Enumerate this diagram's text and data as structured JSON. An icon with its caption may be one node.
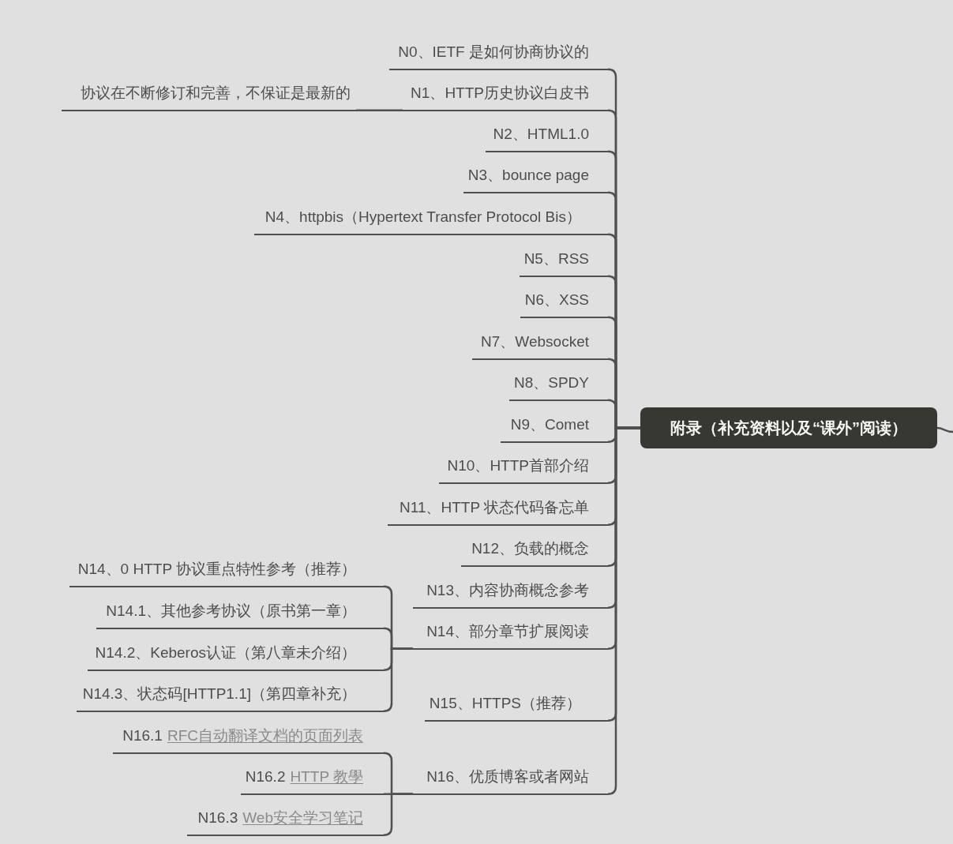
{
  "diagram": {
    "nodes": [
      {
        "text": [
          "附录（补充资料以及“课外”阅读）"
        ]
      },
      {
        "text": [
          "N0、IETF 是如何协商协议的"
        ]
      },
      {
        "text": [
          "N1、HTTP历史协议白皮书"
        ]
      },
      {
        "text": [
          "协议在不断修订和完善，不保证是最新的"
        ]
      },
      {
        "text": [
          "N2、HTML1.0"
        ]
      },
      {
        "text": [
          "N3、bounce page"
        ]
      },
      {
        "text": [
          "N4、httpbis（Hypertext Transfer Protocol Bis）"
        ]
      },
      {
        "text": [
          "N5、RSS"
        ]
      },
      {
        "text": [
          "N6、XSS"
        ]
      },
      {
        "text": [
          "N7、Websocket"
        ]
      },
      {
        "text": [
          "N8、SPDY"
        ]
      },
      {
        "text": [
          "N9、Comet"
        ]
      },
      {
        "text": [
          "N10、HTTP首部介绍"
        ]
      },
      {
        "text": [
          "N11、HTTP 状态代码备忘单"
        ]
      },
      {
        "text": [
          "N12、负载的概念"
        ]
      },
      {
        "text": [
          "N13、内容协商概念参考"
        ]
      },
      {
        "text": [
          "N14、部分章节扩展阅读"
        ]
      },
      {
        "text": [
          "N14、0 HTTP 协议重点特性参考（推荐）"
        ]
      },
      {
        "text": [
          "N14.1、其他参考协议（原书第一章）"
        ]
      },
      {
        "text": [
          "N14.2、Keberos认证（第八章未介绍）"
        ]
      },
      {
        "text": [
          "N14.3、状态码[HTTP1.1]（第四章补充）"
        ]
      },
      {
        "text": [
          "N15、HTTPS（推荐）"
        ]
      },
      {
        "text": [
          "N16、优质博客或者网站"
        ]
      },
      {
        "text": [
          "N16.1",
          "RFC自动翻译文档的页面列表"
        ]
      },
      {
        "text": [
          "N16.2",
          "HTTP 教學"
        ]
      },
      {
        "text": [
          "N16.3",
          "Web安全学习笔记"
        ]
      }
    ],
    "edges": [
      {
        "from": 0,
        "to": 1,
        "arrow": "none"
      },
      {
        "from": 0,
        "to": 2,
        "arrow": "none"
      },
      {
        "from": 2,
        "to": 3,
        "arrow": "none"
      },
      {
        "from": 0,
        "to": 4,
        "arrow": "none"
      },
      {
        "from": 0,
        "to": 5,
        "arrow": "none"
      },
      {
        "from": 0,
        "to": 6,
        "arrow": "none"
      },
      {
        "from": 0,
        "to": 7,
        "arrow": "none"
      },
      {
        "from": 0,
        "to": 8,
        "arrow": "none"
      },
      {
        "from": 0,
        "to": 9,
        "arrow": "none"
      },
      {
        "from": 0,
        "to": 10,
        "arrow": "none"
      },
      {
        "from": 0,
        "to": 11,
        "arrow": "none"
      },
      {
        "from": 0,
        "to": 12,
        "arrow": "none"
      },
      {
        "from": 0,
        "to": 13,
        "arrow": "none"
      },
      {
        "from": 0,
        "to": 14,
        "arrow": "none"
      },
      {
        "from": 0,
        "to": 15,
        "arrow": "none"
      },
      {
        "from": 0,
        "to": 16,
        "arrow": "none"
      },
      {
        "from": 16,
        "to": 17,
        "arrow": "none"
      },
      {
        "from": 16,
        "to": 18,
        "arrow": "none"
      },
      {
        "from": 16,
        "to": 19,
        "arrow": "none"
      },
      {
        "from": 16,
        "to": 20,
        "arrow": "none"
      },
      {
        "from": 0,
        "to": 21,
        "arrow": "none"
      },
      {
        "from": 0,
        "to": 22,
        "arrow": "none"
      },
      {
        "from": 22,
        "to": 23,
        "arrow": "none"
      },
      {
        "from": 22,
        "to": 24,
        "arrow": "none"
      },
      {
        "from": 22,
        "to": 25,
        "arrow": "none"
      },
      {
        "from": null,
        "to": 0,
        "arrow": "none"
      }
    ]
  }
}
